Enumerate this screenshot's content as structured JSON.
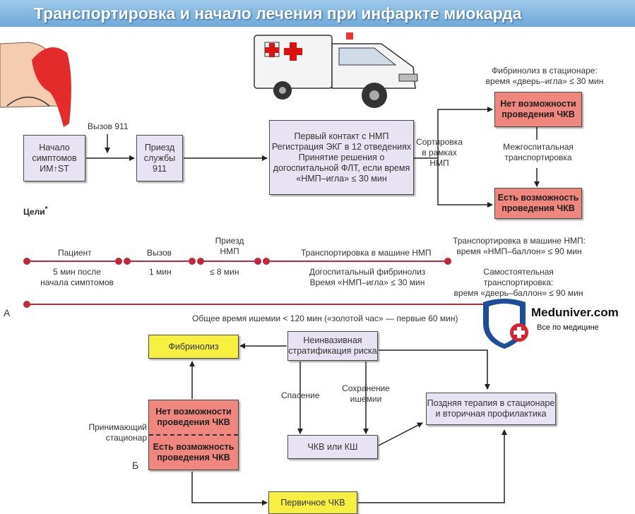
{
  "header": {
    "title": "Транспортировка и начало лечения при инфаркте миокарда"
  },
  "logo": {
    "name": "Meduniver.com",
    "tagline": "Все по медицине"
  },
  "section_a": {
    "letter": "А",
    "call_911": "Вызов 911",
    "box_symptoms": "Начало\nсимптомов\nИМ↑ST",
    "box_arrival": "Приезд\nслужбы\n911",
    "box_first_contact": "Первый контакт с НМП\nРегистрация ЭКГ в 12 отведениях\nПринятие решения о\nдогоспитальной ФЛТ, если время\n«НМП–игла» ≤ 30 мин",
    "sorting": "Сортировка\nв рамках\nНМП",
    "fibrinolysis_hospital": "Фибринолиз в стационаре:\nвремя «дверь–игла» ≤ 30 мин",
    "box_no_pci": "Нет возможности\nпроведения ЧКВ",
    "interhospital": "Межгоспитальная\nтранспортировка",
    "box_pci": "Есть возможность\nпроведения ЧКВ",
    "goals": "Цели",
    "goals_mark": "*",
    "timeline": {
      "patient": "Пациент",
      "patient_time": "5 мин после\nначала симптомов",
      "call": "Вызов",
      "call_time": "1 мин",
      "arrival": "Приезд\nНМП",
      "arrival_time": "≤ 8 мин",
      "transport": "Транспортировка в машине НМП",
      "prehospital_flt": "Догоспитальный фибринолиз\nВремя «НМП–игла» ≤ 30 мин",
      "transport_balloon": "Транспортировка в машине НМП:\nвремя «НМП–баллон» ≤ 90 мин",
      "self_transport": "Самостоятельная транспортировка:\nвремя «дверь–баллон» ≤ 90 мин"
    },
    "total_ischemia": "Общее время ишемии < 120 мин («золотой час» — первые 60 мин)"
  },
  "section_b": {
    "letter": "Б",
    "box_fibrinolysis": "Фибринолиз",
    "box_stratification": "Неинвазивная\nстратификация риска",
    "rescue": "Спасение",
    "preserved_ischemia": "Сохранение\nишемии",
    "box_late_therapy": "Поздняя терапия в стационаре\nи вторичная профилактика",
    "receiving_hospital": "Принимающий\nстационар",
    "box_no_pci": "Нет возможности\nпроведения ЧКВ",
    "box_pci": "Есть возможность\nпроведения ЧКВ",
    "box_pci_or_cabg": "ЧКВ или КШ",
    "box_primary_pci": "Первичное ЧКВ"
  },
  "colors": {
    "header": "#7fb3df",
    "red_box": "#f0877f",
    "yellow_box": "#f7f040",
    "lavender_box": "#e7e3f3",
    "timeline": "#c0283a"
  }
}
